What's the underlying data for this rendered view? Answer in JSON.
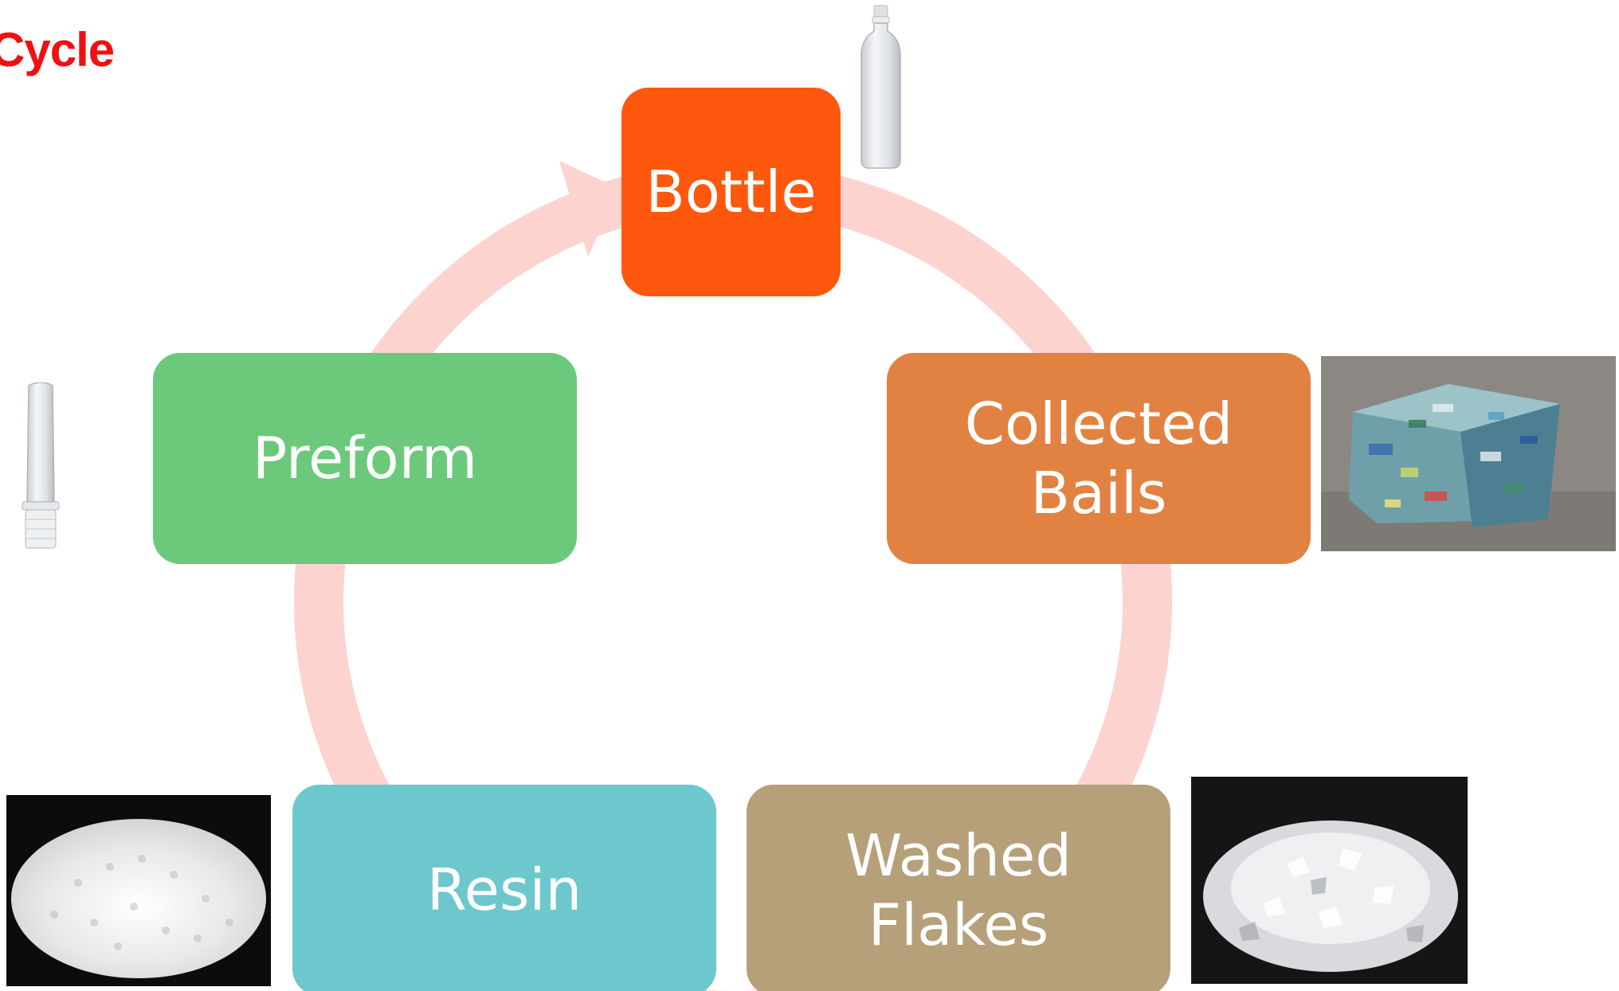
{
  "title": "Cycle",
  "colors": {
    "title": "#ee1111",
    "ring": "#fcd3cf",
    "bottle": "#fe580e",
    "collected_bails": "#e28242",
    "washed_flakes": "#b6a07a",
    "resin": "#6cc8cd",
    "preform": "#6cc97c"
  },
  "nodes": {
    "bottle": {
      "label": "Bottle"
    },
    "collected_bails": {
      "line1": "Collected",
      "line2": "Bails"
    },
    "washed_flakes": {
      "line1": "Washed",
      "line2": "Flakes"
    },
    "resin": {
      "label": "Resin"
    },
    "preform": {
      "label": "Preform"
    }
  },
  "images": {
    "bottle": "bottle-photo",
    "bales": "plastic-bale-photo",
    "flakes": "pet-flakes-photo",
    "pellets": "resin-pellets-photo",
    "preform": "preform-photo"
  }
}
